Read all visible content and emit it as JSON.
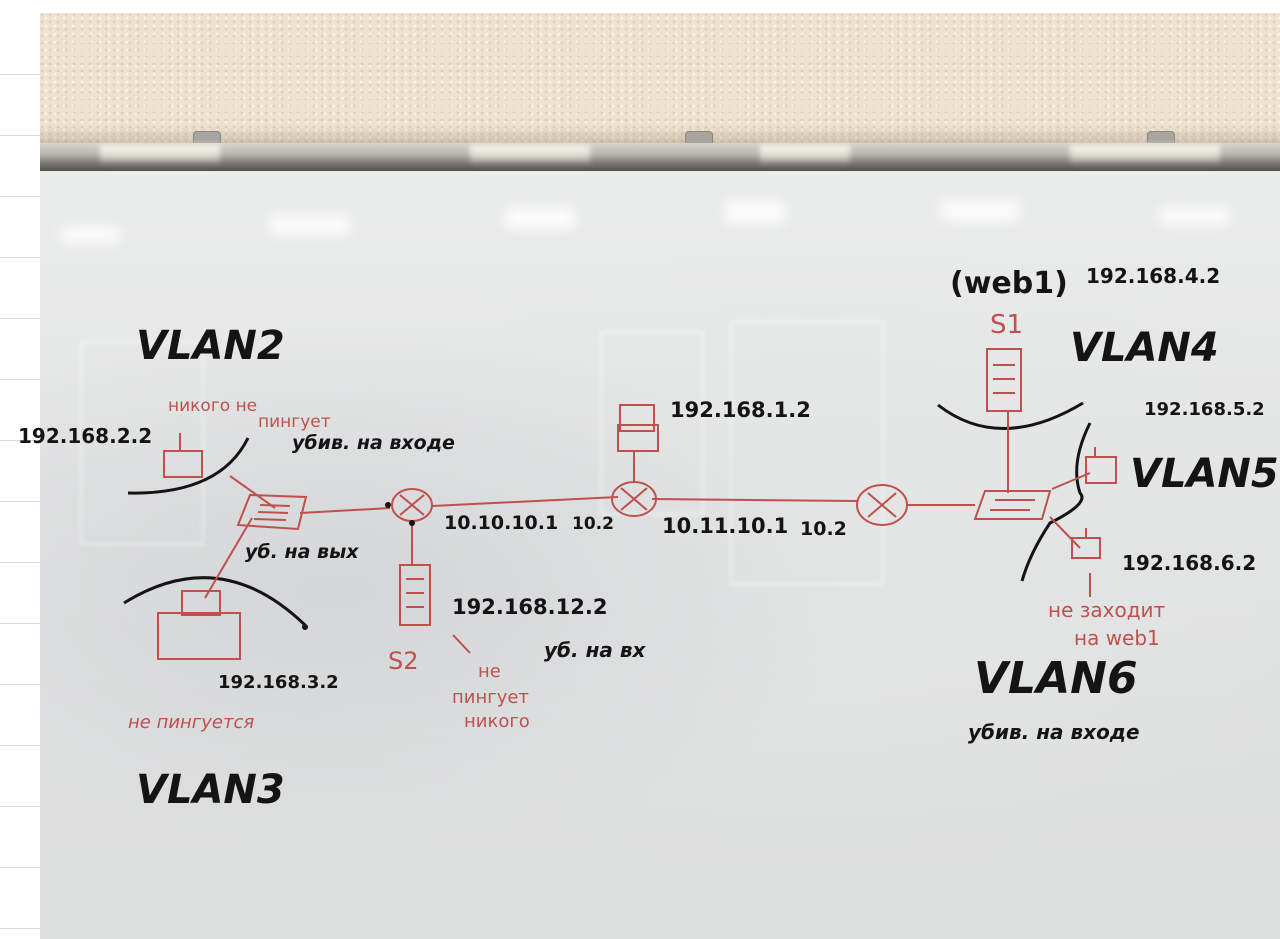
{
  "colors": {
    "marker_black": "#141414",
    "marker_red": "#c0504d",
    "board": "#e6e7e7",
    "wall": "#eee1cd",
    "rail": "#9c9994"
  },
  "board_text": {
    "vlan2": "VLAN2",
    "vlan3": "VLAN3",
    "vlan4": "VLAN4",
    "vlan5": "VLAN5",
    "vlan6": "VLAN6",
    "ip_vlan2": "192.168.2.2",
    "note_vlan2_line1": "никого не",
    "note_vlan2_line2": "пингует",
    "note_vlan2_inbound": "убив. на входе",
    "note_outbound": "уб. на вых",
    "ip_vlan3": "192.168.3.2",
    "note_vlan3": "не пингуется",
    "link1_left": "10.10.10.1",
    "link1_right": "10.2",
    "link2_left": "10.11.10.1",
    "link2_right": "10.2",
    "ip_center_pc": "192.168.1.2",
    "ip_s2": "192.168.12.2",
    "label_s2": "S2",
    "note_s2_inbound": "уб. на вх",
    "note_s2_line1": "не",
    "note_s2_line2": "пингует",
    "note_s2_line3": "никого",
    "web1": "(web1)",
    "ip_web1": "192.168.4.2",
    "label_s1": "S1",
    "ip_vlan5": "192.168.5.2",
    "ip_vlan6": "192.168.6.2",
    "note_vlan6_line1": "не заходит",
    "note_vlan6_line2": "на web1",
    "note_vlan6_inbound": "убив. на входе"
  }
}
